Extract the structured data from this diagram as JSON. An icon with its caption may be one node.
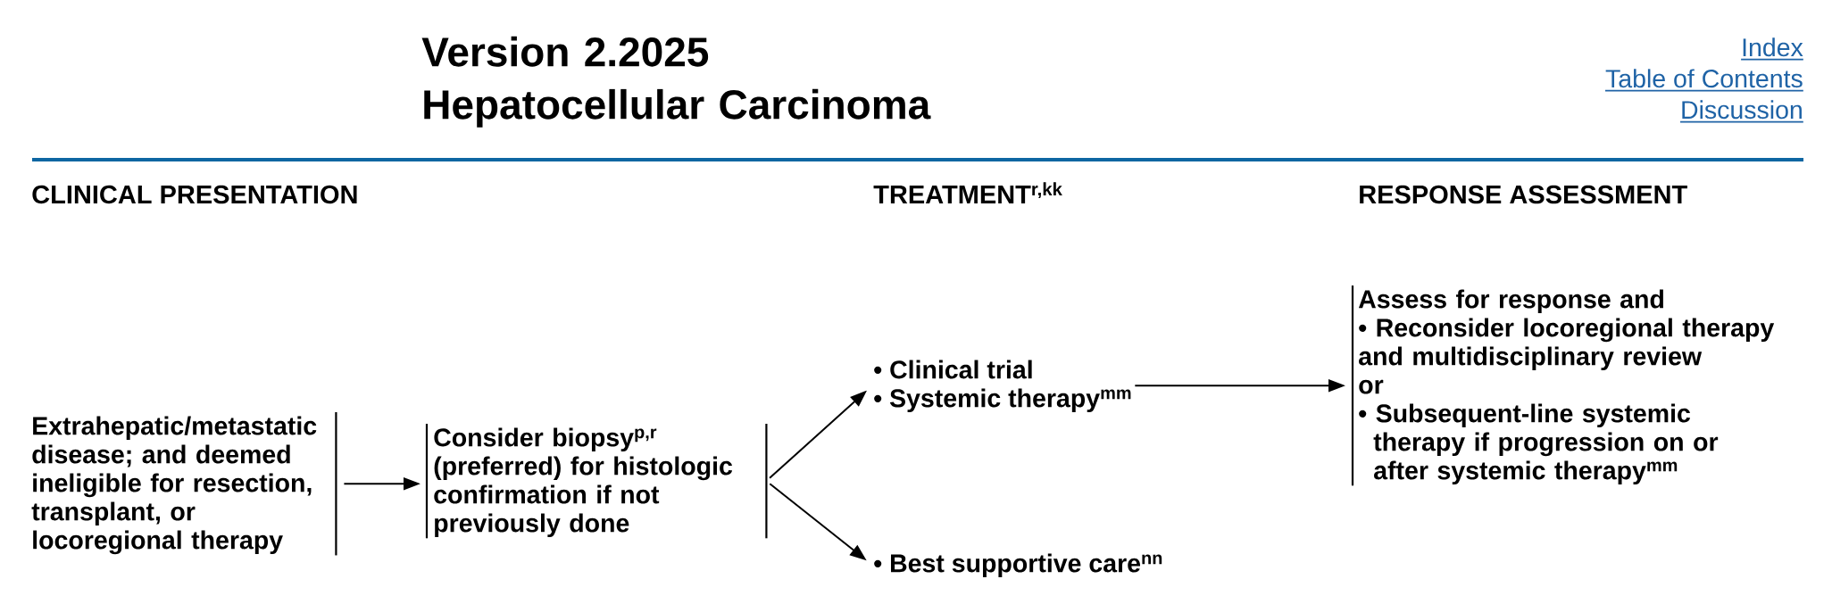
{
  "diagram": {
    "title": "Version 2.2025 Hepatocellular Carcinoma",
    "nodes": [
      {
        "text": [
          "Extrahepatic/metastatic disease; and deemed ineligible for resection, transplant, or locoregional therapy"
        ]
      },
      {
        "text": [
          "Consider biopsy$^{p,r}$ (preferred) for histologic confirmation if not previously done"
        ]
      },
      {
        "text": [
          "• Clinical trial",
          "• Systemic therapy$^{mm}$"
        ]
      },
      {
        "text": [
          "• Best supportive care$^{nn}$"
        ]
      },
      {
        "text": [
          "Assess for response and",
          "• Reconsider locoregional therapy and multidisciplinary review",
          "or",
          "• Subsequent-line systemic therapy if progression on or after systemic therapy$^{mm}$"
        ]
      }
    ],
    "edges": [
      {
        "from": 0,
        "to": 1,
        "arrow": "to"
      },
      {
        "from": 1,
        "to": 2,
        "arrow": "to"
      },
      {
        "from": 1,
        "to": 3,
        "arrow": "to"
      },
      {
        "from": 2,
        "to": 4,
        "arrow": "to"
      }
    ],
    "labels": [
      "Index",
      "Table of Contents",
      "Discussion",
      "CLINICAL PRESENTATION",
      "TREATMENT$^{r,kk}$",
      "RESPONSE ASSESSMENT"
    ]
  }
}
